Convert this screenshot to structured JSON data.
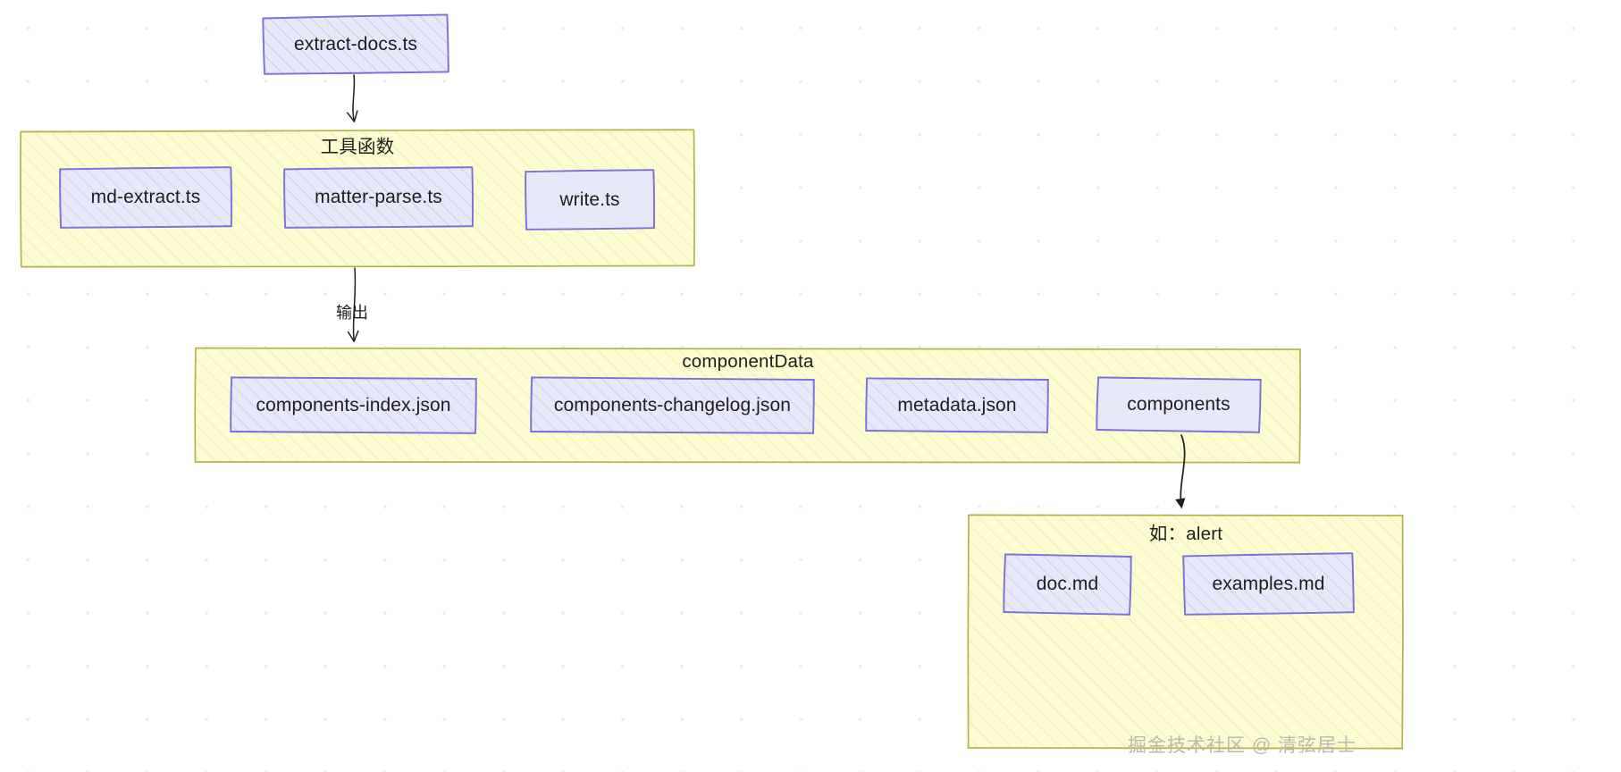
{
  "diagram": {
    "title": "extract-docs pipeline",
    "style": "hand-drawn",
    "background_color": "#ffffff",
    "grid": "dotted",
    "node_fill": "#e8e8fb",
    "node_stroke": "#7a6fdb",
    "group_fill": "#fdfbd2",
    "group_stroke": "#b3b34d",
    "text_color": "#1e1e1e"
  },
  "nodes": {
    "entry": {
      "label": "extract-docs.ts"
    },
    "utils": [
      {
        "label": "md-extract.ts"
      },
      {
        "label": "matter-parse.ts"
      },
      {
        "label": "write.ts"
      }
    ],
    "component_data": [
      {
        "label": "components-index.json"
      },
      {
        "label": "components-changelog.json"
      },
      {
        "label": "metadata.json"
      },
      {
        "label": "components"
      }
    ],
    "alert_files": [
      {
        "label": "doc.md"
      },
      {
        "label": "examples.md"
      }
    ]
  },
  "groups": {
    "utils": {
      "label": "工具函数"
    },
    "component_data": {
      "label": "componentData"
    },
    "alert": {
      "label": "如：alert"
    }
  },
  "edges": [
    {
      "from": "extract-docs.ts",
      "to": "工具函数",
      "label": ""
    },
    {
      "from": "工具函数",
      "to": "componentData",
      "label": "输出"
    },
    {
      "from": "components",
      "to": "如：alert",
      "label": ""
    }
  ],
  "edge_labels": {
    "output": "输出"
  },
  "watermark": {
    "text": "掘金技术社区 @ 清弦居士"
  }
}
